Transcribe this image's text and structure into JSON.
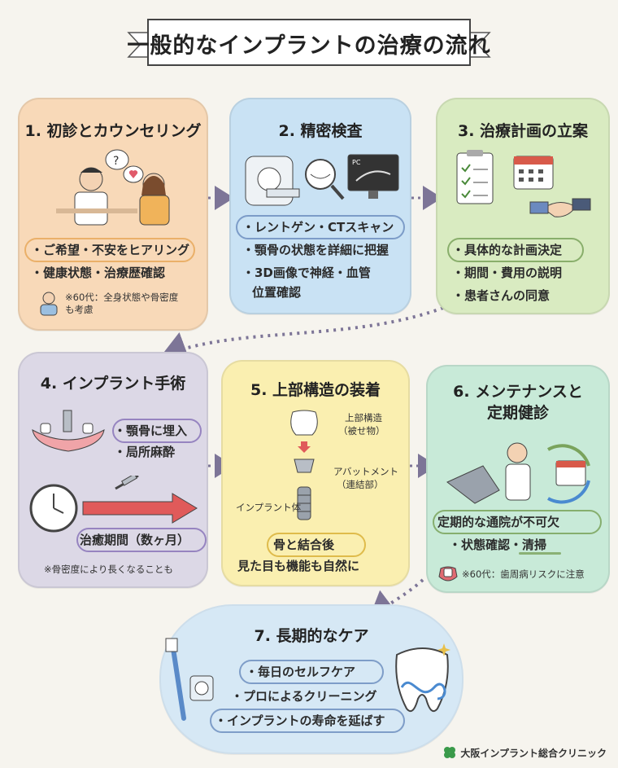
{
  "title": "一般的なインプラントの治療の流れ",
  "steps": {
    "s1": {
      "title": "1. 初診とカウンセリング",
      "bullets": [
        "・ご希望・不安をヒアリング",
        "・健康状態・治療歴確認"
      ],
      "note": "※60代：全身状態や骨密度も考慮"
    },
    "s2": {
      "title": "2. 精密検査",
      "scan_label": "PC",
      "bullets": [
        "・レントゲン・CTスキャン",
        "・顎骨の状態を詳細に把握",
        "・3D画像で神経・血管",
        "位置確認"
      ]
    },
    "s3": {
      "title": "3. 治療計画の立案",
      "bullets": [
        "・具体的な計画決定",
        "・期間・費用の説明",
        "・患者さんの同意"
      ]
    },
    "s4": {
      "title": "4. インプラント手術",
      "bullets": [
        "・顎骨に埋入",
        "・局所麻酔"
      ],
      "period": "治癒期間（数ヶ月）",
      "note": "※骨密度により長くなることも"
    },
    "s5": {
      "title": "5. 上部構造の装着",
      "labels": [
        "上部構造",
        "（被せ物）",
        "アバットメント",
        "（連結部）",
        "インプラント体"
      ],
      "bottom": [
        "骨と結合後",
        "見た目も機能も自然に"
      ]
    },
    "s6": {
      "title": [
        "6. メンテナンスと",
        "定期健診"
      ],
      "bullets": [
        "定期的な通院が不可欠",
        "・状態確認・清掃"
      ],
      "note": "※60代：歯周病リスクに注意"
    },
    "s7": {
      "title": "7. 長期的なケア",
      "bullets": [
        "・毎日のセルフケア",
        "・プロによるクリーニング",
        "・インプラントの寿命を延ばす"
      ]
    }
  },
  "footer": "大阪インプラント総合クリニック",
  "colors": {
    "s1": "#f8d9b8",
    "s2": "#c9e2f4",
    "s3": "#d9ebc1",
    "s4": "#dcd8e6",
    "s5": "#faefb0",
    "s6": "#c8ead8",
    "s7": "#d6e8f5",
    "arrow": "#7d7597"
  }
}
